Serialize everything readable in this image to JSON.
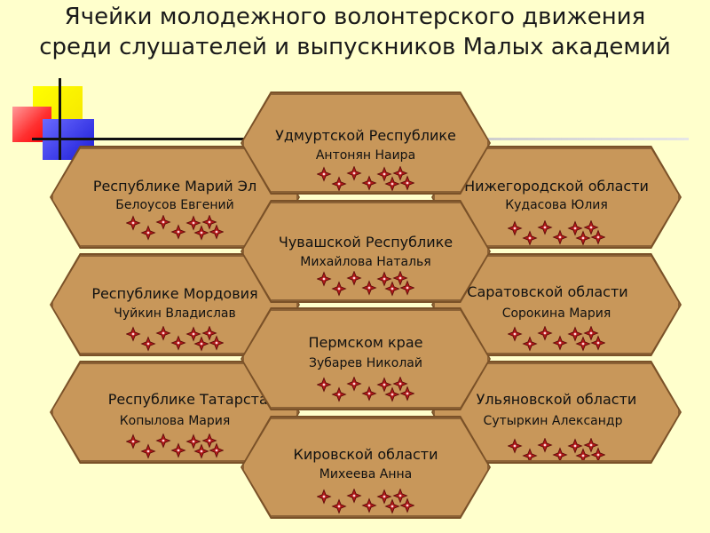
{
  "title": {
    "line1": "Ячейки молодежного волонтерского движения",
    "line2": "среди слушателей и выпускников Малых академий"
  },
  "cells": [
    {
      "id": "udmurt",
      "region": "Удмуртской Республике",
      "person": "Антонян Наира"
    },
    {
      "id": "mari",
      "region": "Республике Марий Эл",
      "person": "Белоусов Евгений"
    },
    {
      "id": "nizhny",
      "region": "Нижегородской области",
      "person": "Кудасова Юлия"
    },
    {
      "id": "chuvash",
      "region": "Чувашской Республике",
      "person": "Михайлова Наталья"
    },
    {
      "id": "mordovia",
      "region": "Республике Мордовия",
      "person": "Чуйкин Владислав"
    },
    {
      "id": "saratov",
      "region": "Саратовской области",
      "person": "Сорокина Мария"
    },
    {
      "id": "perm",
      "region": "Пермском крае",
      "person": "Зубарев Николай"
    },
    {
      "id": "tatarstan",
      "region": "Республике Татарстан",
      "person": "Копылова Мария"
    },
    {
      "id": "ulyanovsk",
      "region": "Ульяновской области",
      "person": "Сутыркин Александр"
    },
    {
      "id": "kirov",
      "region": "Кировской области",
      "person": "Михеева Анна"
    }
  ],
  "colors": {
    "background": "#ffffcc",
    "hex_fill": "#c8975a",
    "hex_border": "#7a5128",
    "star_fill": "#b01818",
    "star_outline": "#5a0a0a"
  },
  "icons": {
    "decoration": "color-squares-icon",
    "stars": "sparkle-stars-icon"
  }
}
